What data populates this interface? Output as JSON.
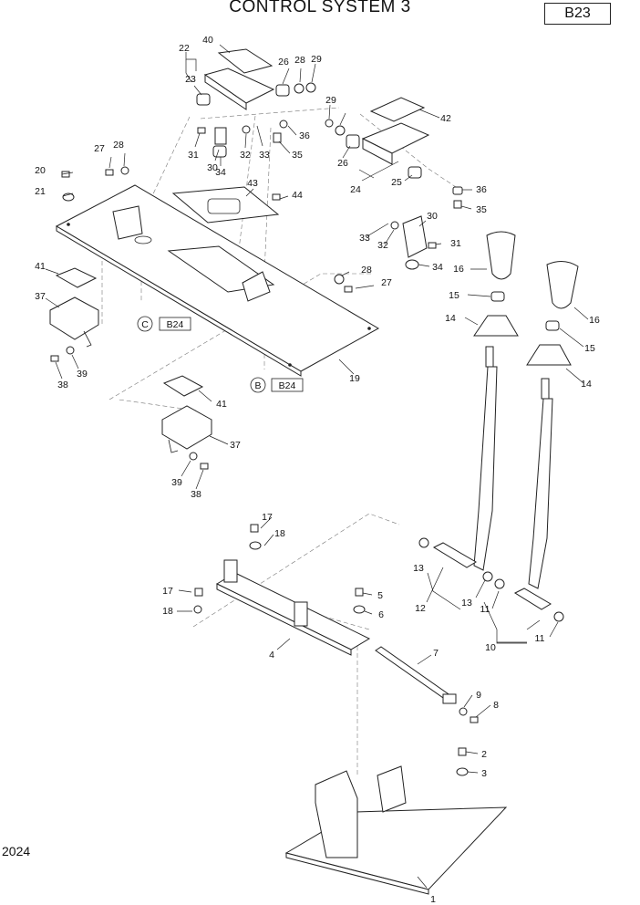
{
  "header": {
    "title": "CONTROL SYSTEM 3",
    "code": "B23"
  },
  "footer": {
    "page": "2024"
  },
  "refs": [
    {
      "letter": "C",
      "sheet": "B24"
    },
    {
      "letter": "B",
      "sheet": "B24"
    }
  ],
  "callouts": [
    "1",
    "2",
    "3",
    "4",
    "5",
    "6",
    "7",
    "8",
    "9",
    "10",
    "11",
    "11",
    "12",
    "13",
    "13",
    "14",
    "14",
    "15",
    "15",
    "16",
    "16",
    "17",
    "17",
    "18",
    "18",
    "19",
    "20",
    "21",
    "22",
    "23",
    "24",
    "25",
    "26",
    "26",
    "27",
    "27",
    "28",
    "28",
    "28",
    "29",
    "29",
    "30",
    "30",
    "31",
    "31",
    "32",
    "32",
    "33",
    "33",
    "34",
    "34",
    "35",
    "35",
    "36",
    "36",
    "37",
    "37",
    "38",
    "38",
    "39",
    "39",
    "40",
    "41",
    "41",
    "42",
    "43",
    "44"
  ]
}
